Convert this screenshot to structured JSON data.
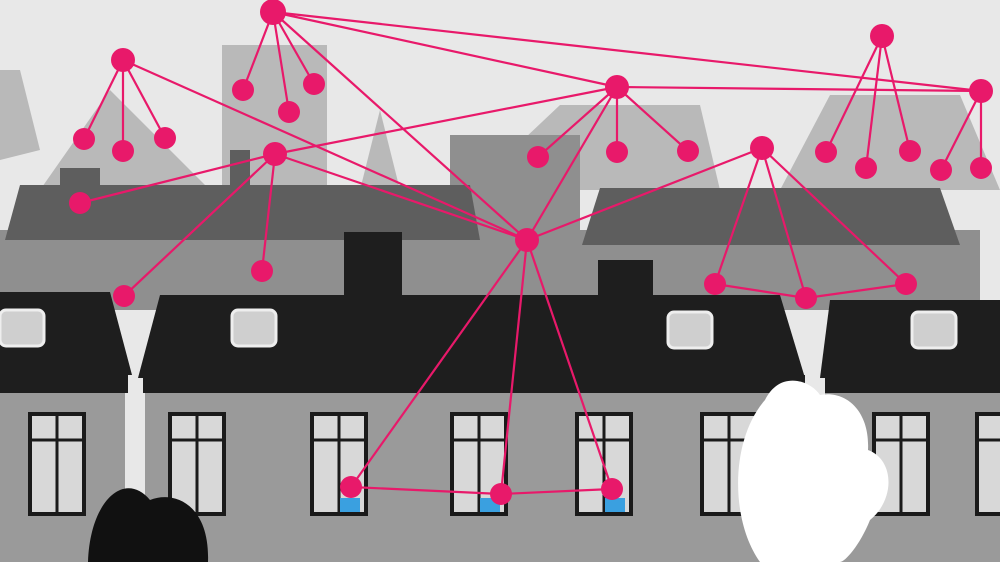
{
  "colors": {
    "sky": "#e8e8e8",
    "far_buildings": "#b9b9b9",
    "mid_buildings": "#8f8f8f",
    "mid_roofs": "#5e5e5e",
    "front_facade": "#9a9a9a",
    "front_roofs": "#1e1e1e",
    "window_glass": "#d8d8d8",
    "window_accent": "#3aa0e0",
    "network": "#e8196a",
    "tree": "#ffffff",
    "bush": "#111111"
  },
  "icons": [
    "network-node",
    "network-link",
    "chimney",
    "dormer-window",
    "tree",
    "bush"
  ]
}
